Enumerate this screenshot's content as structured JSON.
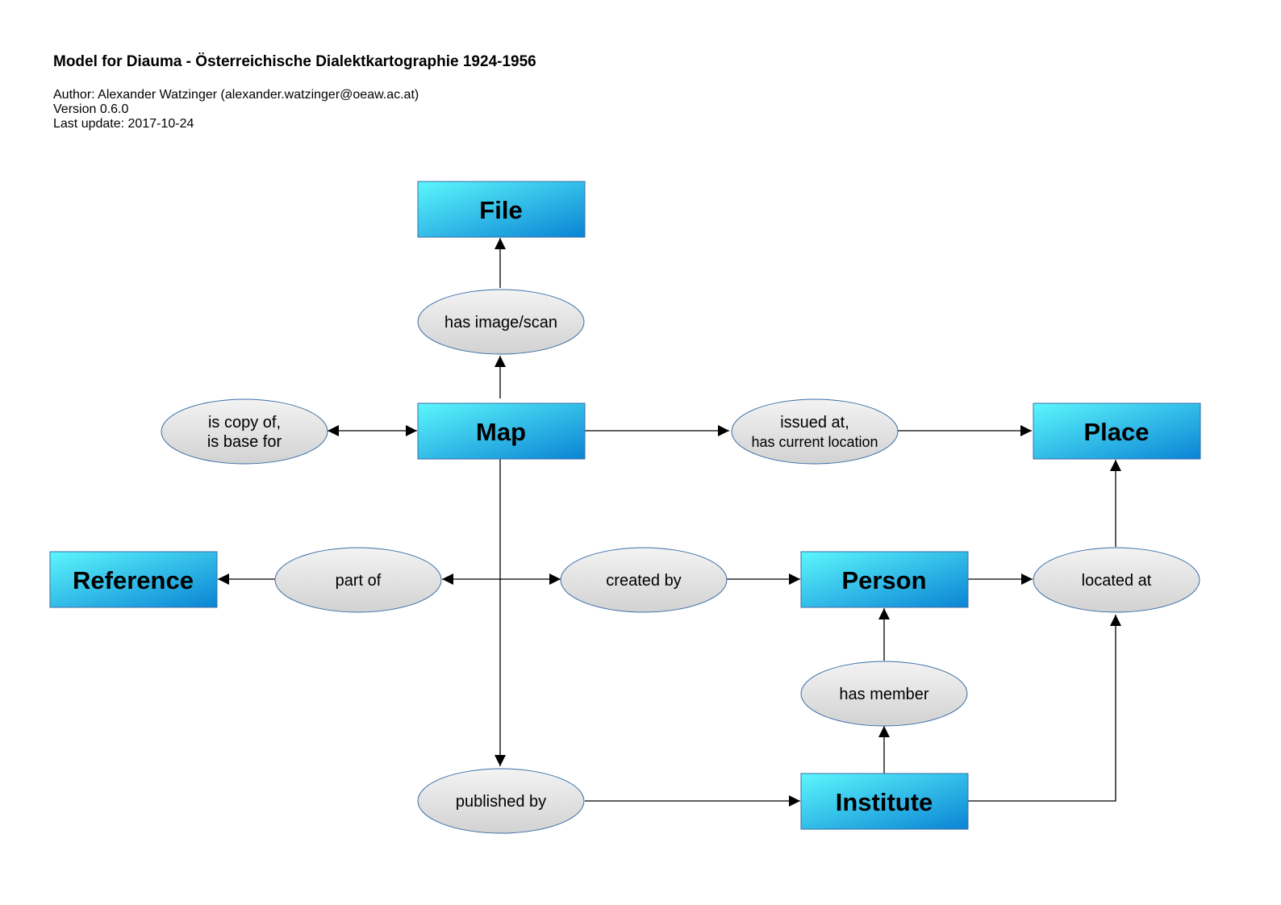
{
  "header": {
    "title": "Model for Diauma - Österreichische Dialektkartographie 1924-1956",
    "author": "Author: Alexander Watzinger (alexander.watzinger@oeaw.ac.at)",
    "version": "Version 0.6.0",
    "last_update": "Last update: 2017-10-24"
  },
  "entities": {
    "file": "File",
    "map": "Map",
    "place": "Place",
    "reference": "Reference",
    "person": "Person",
    "institute": "Institute"
  },
  "relations": {
    "has_image": "has image/scan",
    "is_copy_of": "is copy of,",
    "is_base_for": "is base for",
    "issued_at": "issued at,",
    "has_current_location": "has current location",
    "part_of": "part of",
    "created_by": "created by",
    "located_at": "located at",
    "has_member": "has member",
    "published_by": "published by"
  },
  "colors": {
    "entity_gradient_start": "#5cf6fc",
    "entity_gradient_end": "#0a84d4",
    "relation_fill_start": "#f2f2f2",
    "relation_fill_end": "#d4d4d4",
    "relation_stroke": "#3a6ea8",
    "edge": "#000000"
  }
}
